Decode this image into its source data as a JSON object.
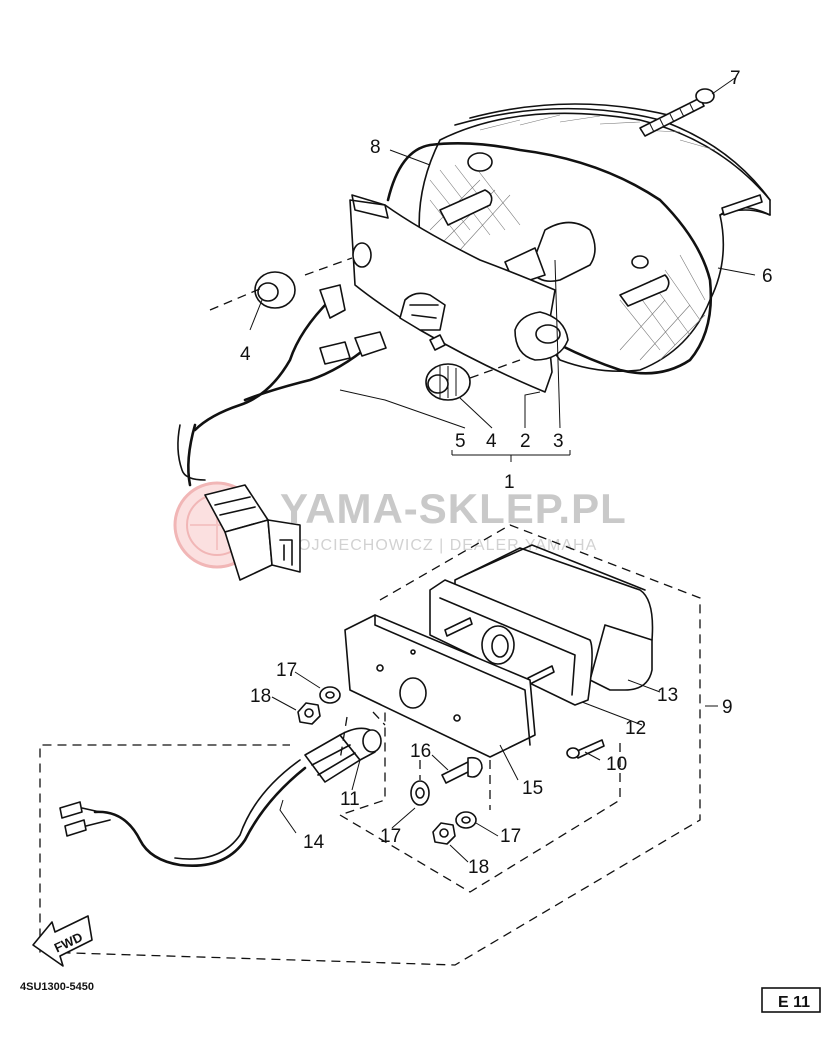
{
  "diagram": {
    "callouts": {
      "c1": "1",
      "c2": "2",
      "c3": "3",
      "c4a": "4",
      "c4b": "4",
      "c5": "5",
      "c6": "6",
      "c7": "7",
      "c8": "8",
      "c9": "9",
      "c10": "10",
      "c11a": "11",
      "c12": "12",
      "c13": "13",
      "c14": "14",
      "c15": "15",
      "c16": "16",
      "c17a": "17",
      "c17b": "17",
      "c17c": "17",
      "c18a": "18",
      "c18b": "18"
    },
    "fwd_label": "FWD",
    "figure_code": "4SU1300-5450",
    "page_code": "E 11"
  },
  "watermark": {
    "title": "YAMA-SKLEP.PL",
    "subtitle": "WOJCIECHOWICZ | DEALER YAMAHA"
  }
}
